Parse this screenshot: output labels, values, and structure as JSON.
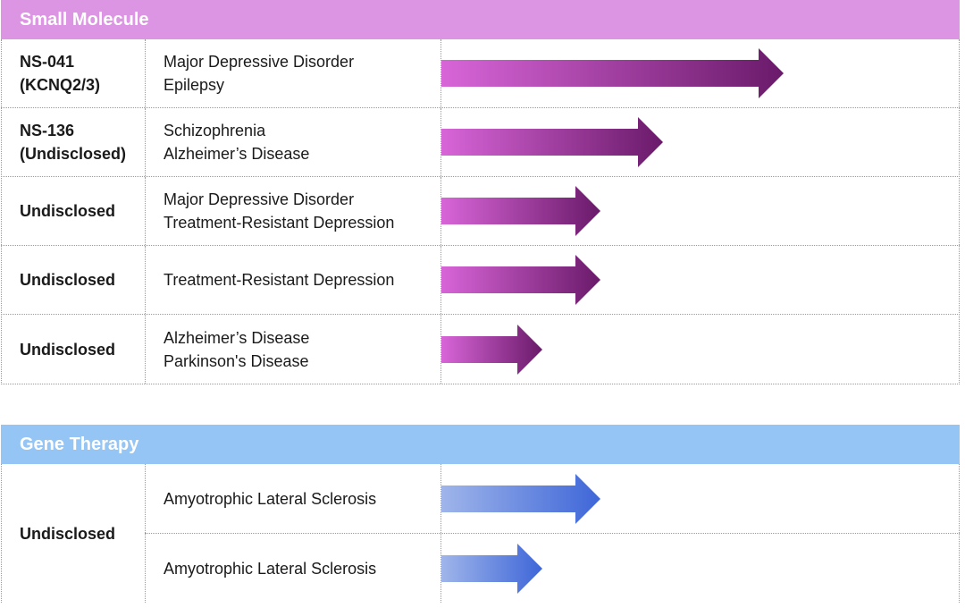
{
  "sections": [
    {
      "title": "Small Molecule",
      "color": "#dc95e2",
      "arrow_gradient": [
        "#d865d8",
        "#6a1a6a"
      ],
      "rows": [
        {
          "name": [
            "NS-041",
            "(KCNQ2/3)"
          ],
          "indications": [
            "Major Depressive Disorder",
            "Epilepsy"
          ],
          "progress": 0.71
        },
        {
          "name": [
            "NS-136",
            "(Undisclosed)"
          ],
          "indications": [
            "Schizophrenia",
            "Alzheimer’s Disease"
          ],
          "progress": 0.46
        },
        {
          "name": [
            "Undisclosed"
          ],
          "indications": [
            "Major Depressive Disorder",
            "Treatment-Resistant Depression"
          ],
          "progress": 0.33
        },
        {
          "name": [
            "Undisclosed"
          ],
          "indications": [
            "Treatment-Resistant Depression"
          ],
          "progress": 0.33
        },
        {
          "name": [
            "Undisclosed"
          ],
          "indications": [
            "Alzheimer’s Disease",
            "Parkinson's Disease"
          ],
          "progress": 0.21
        }
      ]
    },
    {
      "title": "Gene Therapy",
      "color": "#95c5f4",
      "arrow_gradient": [
        "#9fb5ea",
        "#3e66d8"
      ],
      "name": "Undisclosed",
      "rows": [
        {
          "indications": [
            "Amyotrophic Lateral Sclerosis"
          ],
          "progress": 0.33
        },
        {
          "indications": [
            "Amyotrophic Lateral Sclerosis"
          ],
          "progress": 0.21
        }
      ]
    }
  ]
}
